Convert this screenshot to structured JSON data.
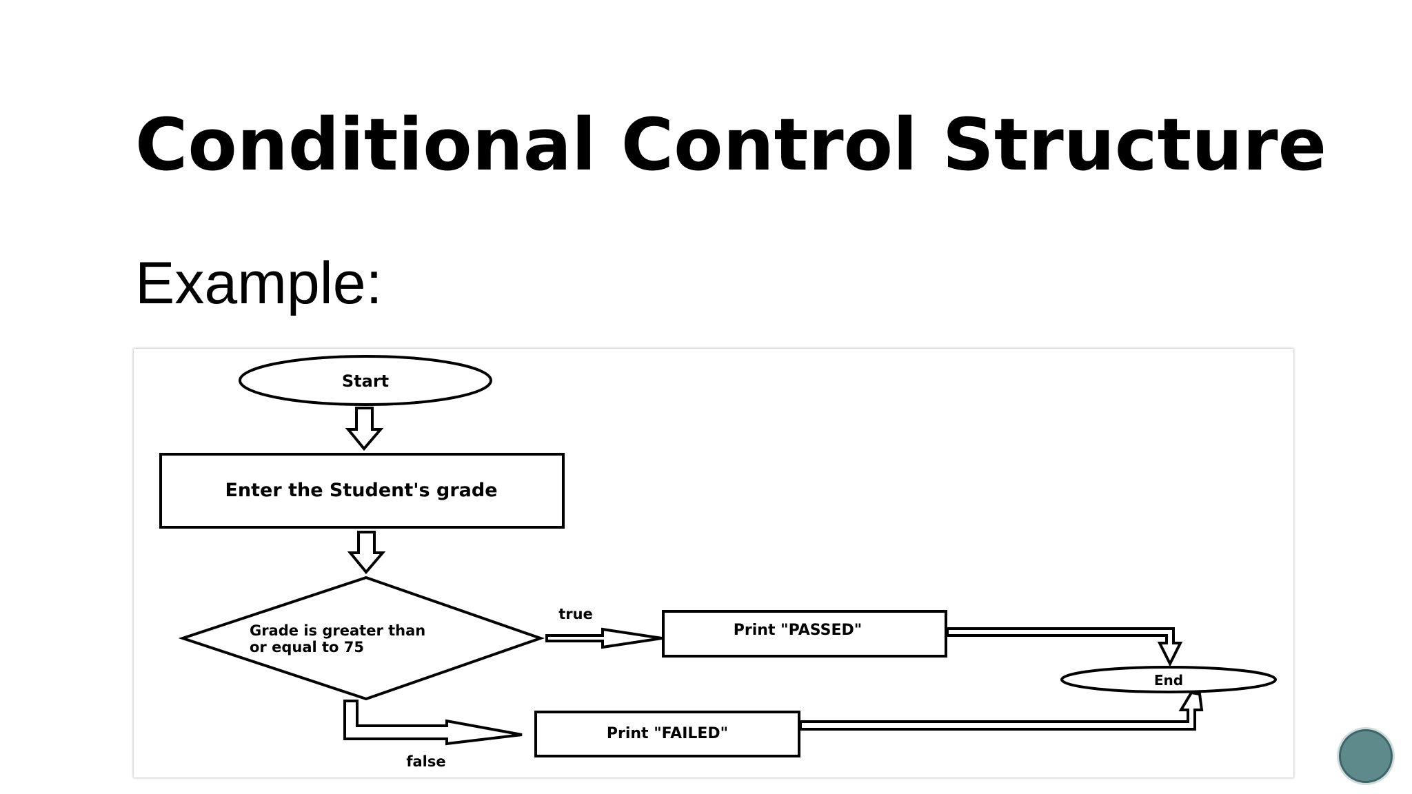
{
  "slide": {
    "title": "Conditional Control Structure",
    "subtitle": "Example:"
  },
  "flowchart": {
    "start_label": "Start",
    "input_label": "Enter the Student's grade",
    "decision_line1": "Grade is greater than",
    "decision_line2": "or equal to 75",
    "true_label": "true",
    "false_label": "false",
    "passed_label": "Print \"PASSED\"",
    "failed_label": "Print \"FAILED\"",
    "end_label": "End"
  },
  "colors": {
    "badge": "#5e8a8c"
  }
}
